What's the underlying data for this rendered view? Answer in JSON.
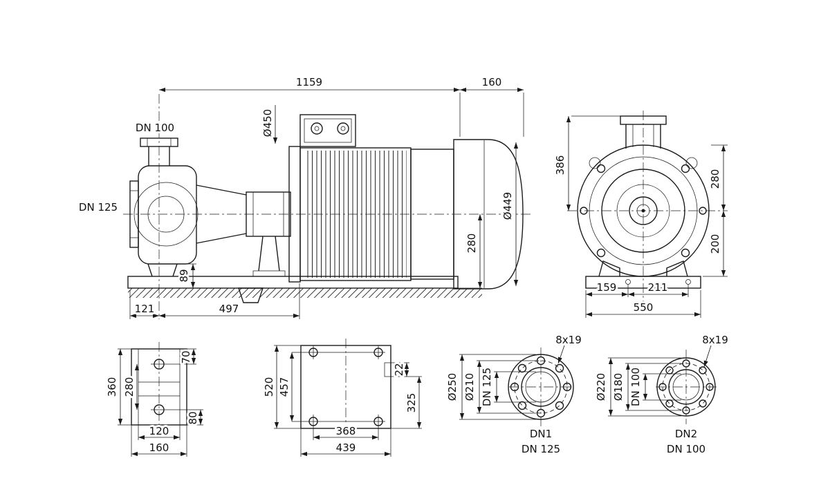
{
  "drawing": {
    "side_view": {
      "label_discharge": "DN 100",
      "label_suction": "DN 125",
      "dim_total_length": "1159",
      "dim_fan_length": "160",
      "dim_flange_dia": "Ø450",
      "dim_motor_dia": "Ø449",
      "dim_shaft_height": "280",
      "dim_foot_height": "89",
      "dim_flange_offset": "121",
      "dim_foot_span": "497"
    },
    "front_view": {
      "dim_height_top": "386",
      "dim_height_upper": "280",
      "dim_height_base": "200",
      "dim_anchor_left": "159",
      "dim_anchor_right": "211",
      "dim_base_width": "550"
    },
    "pump_foot_plan": {
      "dim_length": "360",
      "dim_hole_spacing": "280",
      "dim_top_offset": "70",
      "dim_bottom_offset": "80",
      "dim_width_inner": "120",
      "dim_width_outer": "160"
    },
    "motor_foot_plan": {
      "dim_length": "520",
      "dim_hole_spacing": "457",
      "dim_rib": "22",
      "dim_lower_span": "325",
      "dim_hole_width": "368",
      "dim_width_outer": "439"
    },
    "flange_dn1": {
      "bolt_callout": "8x19",
      "dim_outer_dia": "Ø250",
      "dim_bolt_circle": "Ø210",
      "dim_nominal": "DN 125",
      "port_label": "DN1",
      "port_size": "DN 125"
    },
    "flange_dn2": {
      "bolt_callout": "8x19",
      "dim_outer_dia": "Ø220",
      "dim_bolt_circle": "Ø180",
      "dim_nominal": "DN 100",
      "port_label": "DN2",
      "port_size": "DN 100"
    }
  }
}
